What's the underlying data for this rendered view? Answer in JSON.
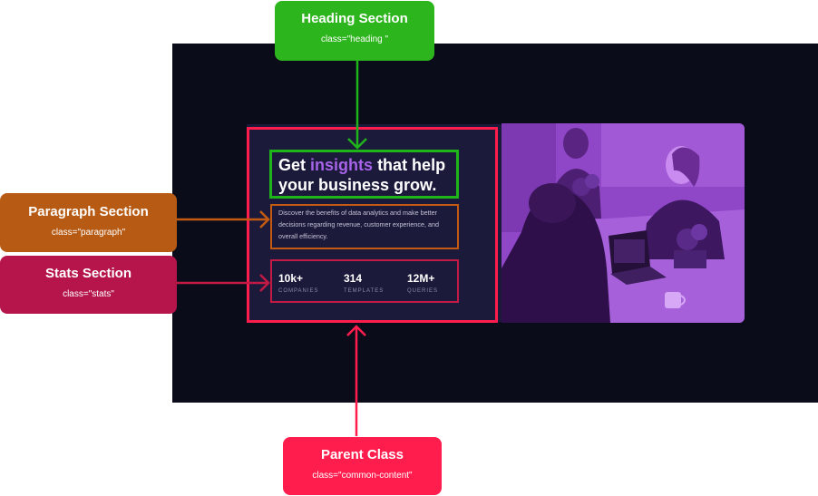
{
  "card": {
    "heading_prefix": "Get",
    "heading_accent": "insights",
    "heading_suffix": "that help your business grow.",
    "paragraph": "Discover the benefits of data analytics and make better decisions regarding revenue, customer experience, and overall efficiency.",
    "stats": [
      {
        "value": "10k+",
        "label": "COMPANIES"
      },
      {
        "value": "314",
        "label": "TEMPLATES"
      },
      {
        "value": "12M+",
        "label": "QUERIES"
      }
    ]
  },
  "callouts": {
    "heading": {
      "title": "Heading Section",
      "class": "class=\"heading \""
    },
    "paragraph": {
      "title": "Paragraph Section",
      "class": "class=\"paragraph\""
    },
    "stats": {
      "title": "Stats Section",
      "class": "class=\"stats\""
    },
    "parent": {
      "title": "Parent Class",
      "class": "class=\"common-content\""
    }
  },
  "colors": {
    "accent": "#a663e7",
    "heading_box": "#1fb41a",
    "paragraph_box": "#c45a12",
    "stats_box": "#c21a45",
    "parent_box": "#ff1d4e"
  }
}
